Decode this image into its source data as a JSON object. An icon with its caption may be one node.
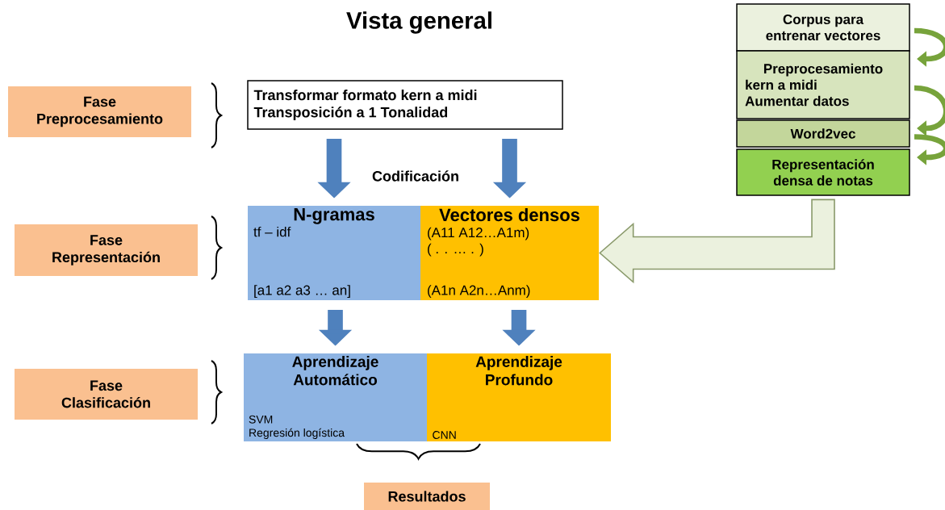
{
  "diagram": {
    "title": "Vista general",
    "nodes": [
      {
        "text": [
          "Fase Preprocesamiento"
        ]
      },
      {
        "text": [
          "Transformar formato kern a midi",
          "Transposición a 1 Tonalidad"
        ]
      },
      {
        "text": [
          "Fase Representación"
        ]
      },
      {
        "text": [
          "N-gramas",
          "tf – idf",
          "[a1 a2 a3 … an]"
        ]
      },
      {
        "text": [
          "Vectores densos",
          "(A11 A12…A1m)",
          "( . . … . )",
          "(A1n A2n…Anm)"
        ]
      },
      {
        "text": [
          "Fase Clasificación"
        ]
      },
      {
        "text": [
          "Aprendizaje Automático",
          "SVM",
          "Regresión logística"
        ]
      },
      {
        "text": [
          "Aprendizaje Profundo",
          "CNN"
        ]
      },
      {
        "text": [
          "Resultados"
        ]
      },
      {
        "text": [
          "Corpus para entrenar vectores"
        ]
      },
      {
        "text": [
          "Preprocesamiento",
          "kern a midi",
          "Aumentar datos"
        ]
      },
      {
        "text": [
          "Word2vec"
        ]
      },
      {
        "text": [
          "Representación densa de notas"
        ]
      }
    ],
    "edges": [
      {
        "from": 1,
        "to": 3,
        "arrow": "to"
      },
      {
        "from": 1,
        "to": 4,
        "arrow": "to"
      },
      {
        "from": 3,
        "to": 6,
        "arrow": "to"
      },
      {
        "from": 4,
        "to": 7,
        "arrow": "to"
      },
      {
        "from": 9,
        "to": 10,
        "arrow": "to",
        "color": "#77a33b"
      },
      {
        "from": 10,
        "to": 11,
        "arrow": "to",
        "color": "#77a33b"
      },
      {
        "from": 11,
        "to": 12,
        "arrow": "to",
        "color": "#77a33b"
      },
      {
        "from": 12,
        "to": 4,
        "arrow": "to",
        "style": "thick",
        "color": "#ebf1de"
      }
    ],
    "labels": [
      "Codificación"
    ]
  }
}
